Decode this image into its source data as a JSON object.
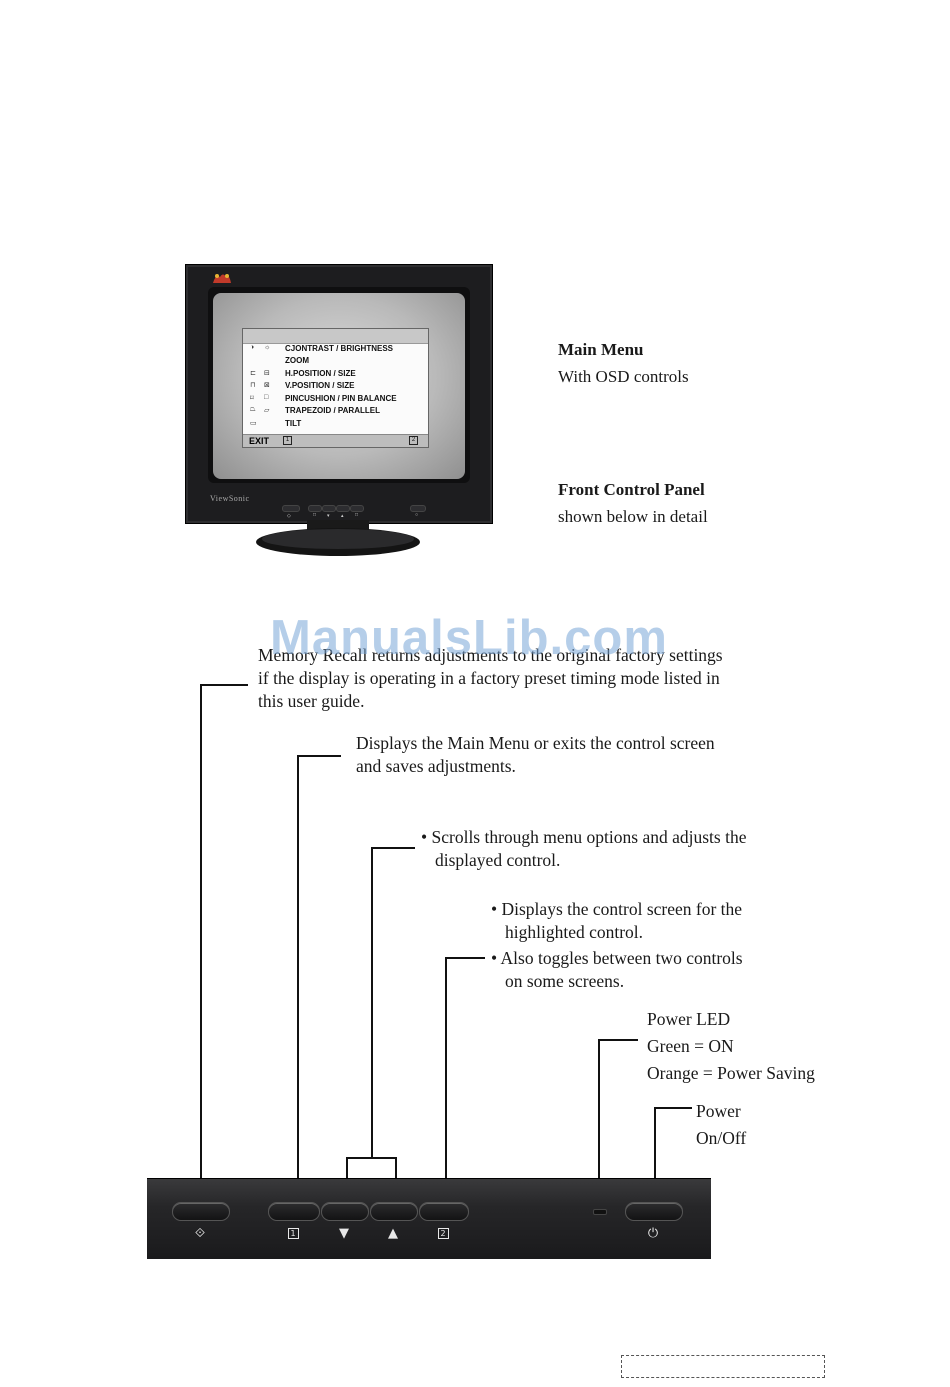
{
  "monitor": {
    "brand": "ViewSonic",
    "osd": {
      "items": [
        "CJONTRAST / BRIGHTNESS",
        "ZOOM",
        "H.POSITION / SIZE",
        "V.POSITION / SIZE",
        "PINCUSHION / PIN BALANCE",
        "TRAPEZOID / PARALLEL",
        "TILT"
      ],
      "exit_label": "EXIT",
      "key1": "1",
      "key2": "2"
    }
  },
  "captions": {
    "main_menu_title": "Main Menu",
    "main_menu_text": "With OSD controls",
    "front_panel_title": "Front Control Panel",
    "front_panel_text": "shown below in detail"
  },
  "watermark": "ManualsLib.com",
  "descriptions": {
    "memory_recall": [
      "Memory Recall returns adjustments to the original factory settings",
      "if the display is operating in a factory preset timing mode listed in",
      "this user guide."
    ],
    "main_menu_button": [
      "Displays the Main Menu or exits the control screen",
      "and saves adjustments."
    ],
    "scroll_buttons": [
      "• Scrolls through menu options and adjusts the",
      "displayed control."
    ],
    "button2": [
      "• Displays the control screen for the",
      "highlighted control.",
      "• Also toggles between two controls",
      "on some screens."
    ],
    "power_led": [
      "Power LED",
      "Green = ON",
      "Orange = Power Saving"
    ],
    "power_button": [
      "Power",
      "On/Off"
    ]
  },
  "panel_symbols": {
    "memory_recall": "⟐",
    "button1": "1",
    "down": "▼",
    "up": "▲",
    "button2": "2",
    "power": "⏻"
  }
}
